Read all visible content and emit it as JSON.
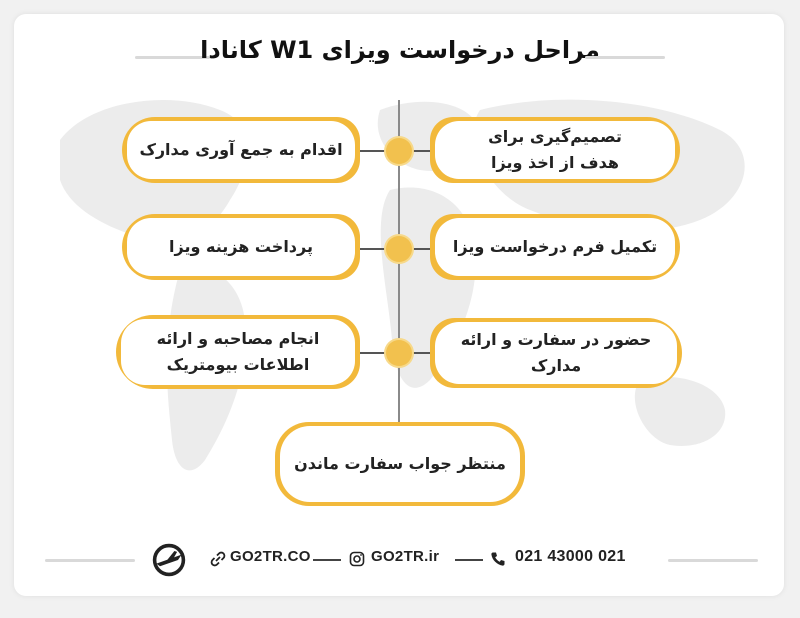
{
  "title": "مراحل درخواست ویزای W1 کانادا",
  "steps": {
    "r1": "تصمیم‌گیری برای هدف از اخذ ویزا",
    "l1": "اقدام به جمع آوری مدارک",
    "r2": "تکمیل فرم درخواست ویزا",
    "l2": "پرداخت هزینه ویزا",
    "r3": "حضور در سفارت و ارائه مدارک",
    "l3": "انجام مصاحبه و ارائه اطلاعات بیومتریک",
    "final": "منتظر جواب سفارت ماندن"
  },
  "footer": {
    "phone": "021 43000 021",
    "instagram": "GO2TR.ir",
    "website": "GO2TR.CO"
  },
  "colors": {
    "accent": "#f2b93b",
    "dot": "#f2c14e"
  },
  "icons": [
    "phone-icon",
    "instagram-icon",
    "link-icon",
    "logo-icon"
  ]
}
